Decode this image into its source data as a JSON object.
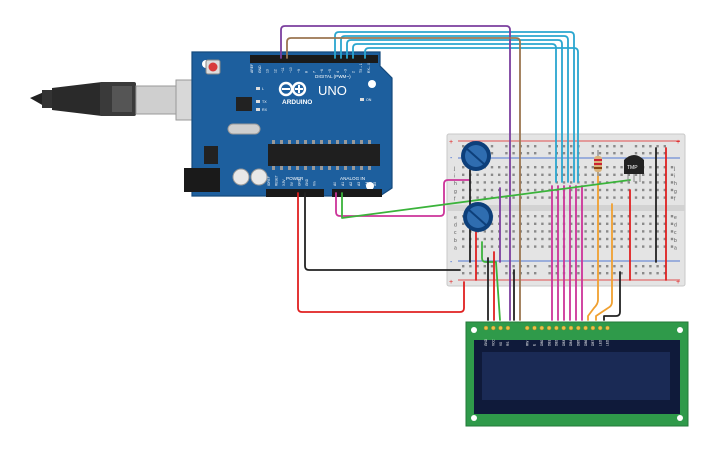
{
  "arduino": {
    "logo": "ARDUINO",
    "model": "UNO",
    "digital_label": "DIGITAL (PWM~)",
    "power_label": "POWER",
    "analog_label": "ANALOG IN",
    "tx": "TX",
    "rx": "RX",
    "l": "L",
    "on": "ON",
    "power_pins": [
      "IOREF",
      "RESET",
      "3.3V",
      "5V",
      "GND",
      "GND",
      "Vin"
    ],
    "analog_pins": [
      "A0",
      "A1",
      "A2",
      "A3",
      "A4",
      "A5"
    ],
    "digital_pins": [
      "AREF",
      "GND",
      "13",
      "12",
      "~11",
      "~10",
      "~9",
      "8",
      "7",
      "~6",
      "~5",
      "4",
      "~3",
      "2",
      "TX→1",
      "RX←0"
    ]
  },
  "sensor": {
    "label": "TMP"
  },
  "breadboard": {
    "row_letters_top": [
      "j",
      "i",
      "h",
      "g",
      "f"
    ],
    "row_letters_bottom": [
      "e",
      "d",
      "c",
      "b",
      "a"
    ],
    "plus": "+",
    "minus": "-"
  },
  "lcd": {
    "pins": [
      "GND",
      "VCC",
      "V0",
      "RS",
      "RW",
      "E",
      "DB0",
      "DB1",
      "DB2",
      "DB3",
      "DB4",
      "DB5",
      "DB6",
      "DB7",
      "LED",
      "LED"
    ]
  },
  "colors": {
    "board": "#1d5f9e",
    "breadboard": "#e4e4e4",
    "lcd_pcb": "#2f9a4a",
    "lcd_screen": "#1a2a55",
    "wire_blue": "#2aa6cf",
    "wire_magenta": "#cc3399",
    "wire_purple": "#7b3f9e",
    "wire_brown": "#9b7650",
    "wire_red": "#e02020",
    "wire_black": "#222222",
    "wire_green": "#3bb33b",
    "wire_orange": "#f0a030"
  }
}
